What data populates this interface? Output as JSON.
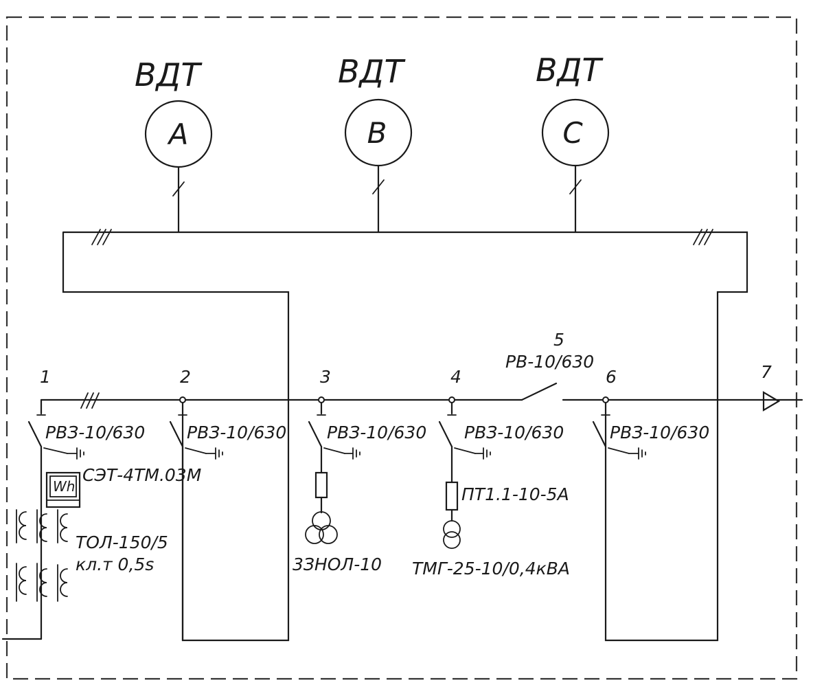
{
  "meters": [
    {
      "title": "ВДТ",
      "phase": "A"
    },
    {
      "title": "ВДТ",
      "phase": "B"
    },
    {
      "title": "ВДТ",
      "phase": "C"
    }
  ],
  "cells": [
    {
      "number": "1",
      "switch": "РВЗ-10/630"
    },
    {
      "number": "2",
      "switch": "РВЗ-10/630"
    },
    {
      "number": "3",
      "switch": "РВЗ-10/630"
    },
    {
      "number": "4",
      "switch": "РВЗ-10/630"
    },
    {
      "number": "5",
      "switch": "РВ-10/630"
    },
    {
      "number": "6",
      "switch": "РВЗ-10/630"
    },
    {
      "number": "7"
    }
  ],
  "meter_label": "СЭТ-4ТМ.03М",
  "meter_symbol": "Wh",
  "ct_label": {
    "line1": "ТОЛ-150/5",
    "line2": "кл.т 0,5s"
  },
  "vt_label": "3ЗНОЛ-10",
  "fuse_label": "ПТ1.1-10-5А",
  "transformer_label": "ТМГ-25-10/0,4кВА"
}
